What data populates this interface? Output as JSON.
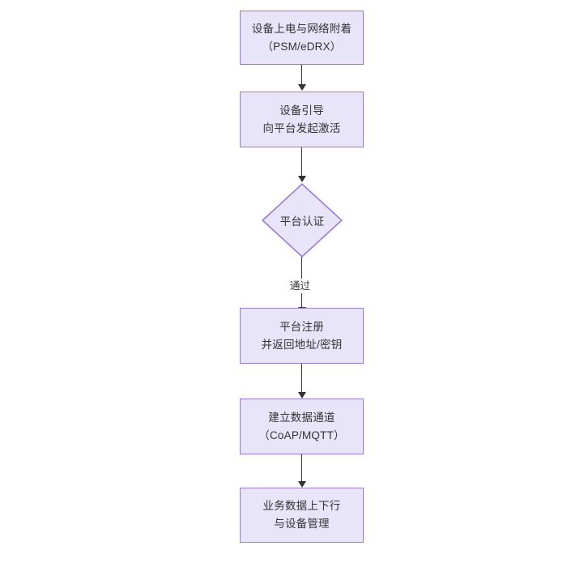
{
  "diagram": {
    "type": "flowchart",
    "orientation": "top-to-bottom",
    "theme": {
      "node_fill": "#e8e5fa",
      "node_border": "#9a79d6",
      "connector": "#333333",
      "text": "#333333",
      "background": "#ffffff"
    },
    "nodes": [
      {
        "id": "n1",
        "shape": "rectangle",
        "line1": "设备上电与网络附着",
        "line2": "（PSM/eDRX）"
      },
      {
        "id": "n2",
        "shape": "rectangle",
        "line1": "设备引导",
        "line2": "向平台发起激活"
      },
      {
        "id": "n3",
        "shape": "diamond",
        "line1": "平台认证",
        "line2": ""
      },
      {
        "id": "n4",
        "shape": "rectangle",
        "line1": "平台注册",
        "line2": "并返回地址/密钥"
      },
      {
        "id": "n5",
        "shape": "rectangle",
        "line1": "建立数据通道",
        "line2": "（CoAP/MQTT）"
      },
      {
        "id": "n6",
        "shape": "rectangle",
        "line1": "业务数据上下行",
        "line2": "与设备管理"
      }
    ],
    "edges": [
      {
        "id": "e1",
        "from": "n1",
        "to": "n2",
        "label": ""
      },
      {
        "id": "e2",
        "from": "n2",
        "to": "n3",
        "label": ""
      },
      {
        "id": "e3",
        "from": "n3",
        "to": "n4",
        "label": "通过"
      },
      {
        "id": "e4",
        "from": "n4",
        "to": "n5",
        "label": ""
      },
      {
        "id": "e5",
        "from": "n5",
        "to": "n6",
        "label": ""
      }
    ]
  }
}
